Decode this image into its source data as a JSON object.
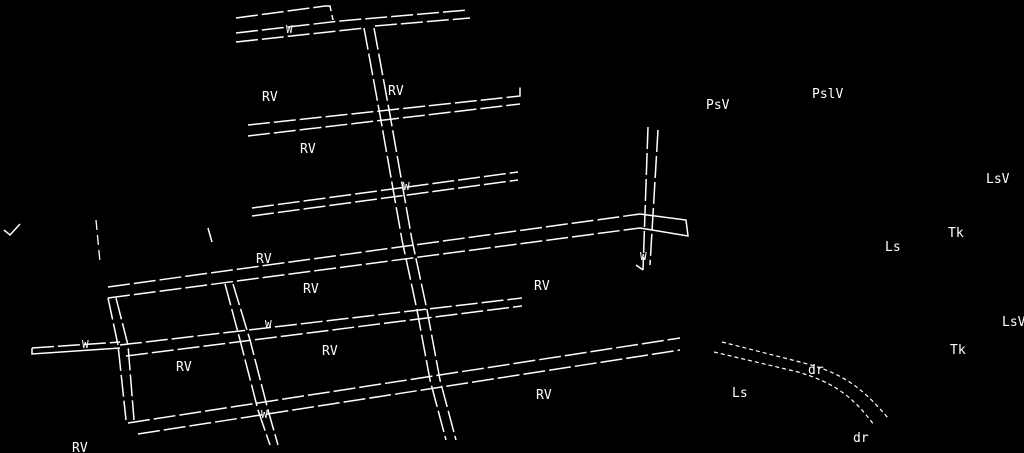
{
  "labels": {
    "rv_1": "RV",
    "rv_2": "RV",
    "rv_3": "RV",
    "rv_4": "RV",
    "rv_5": "RV",
    "rv_6": "RV",
    "rv_7": "RV",
    "rv_8": "RV",
    "rv_9": "RV",
    "rv_10": "RV",
    "psv": "PsV",
    "pslv": "PslV",
    "lsv_1": "LsV",
    "lsv_2": "LsV",
    "tk_1": "Tk",
    "tk_2": "Tk",
    "ls_1": "Ls",
    "ls_2": "Ls",
    "dr_1": "dr",
    "dr_2": "dr",
    "w_1": "W",
    "w_2": "W",
    "w_3": "W",
    "w_4": "W",
    "w_5": "W",
    "w_6": "W"
  },
  "colors": {
    "background": "#000000",
    "linework": "#ffffff"
  }
}
